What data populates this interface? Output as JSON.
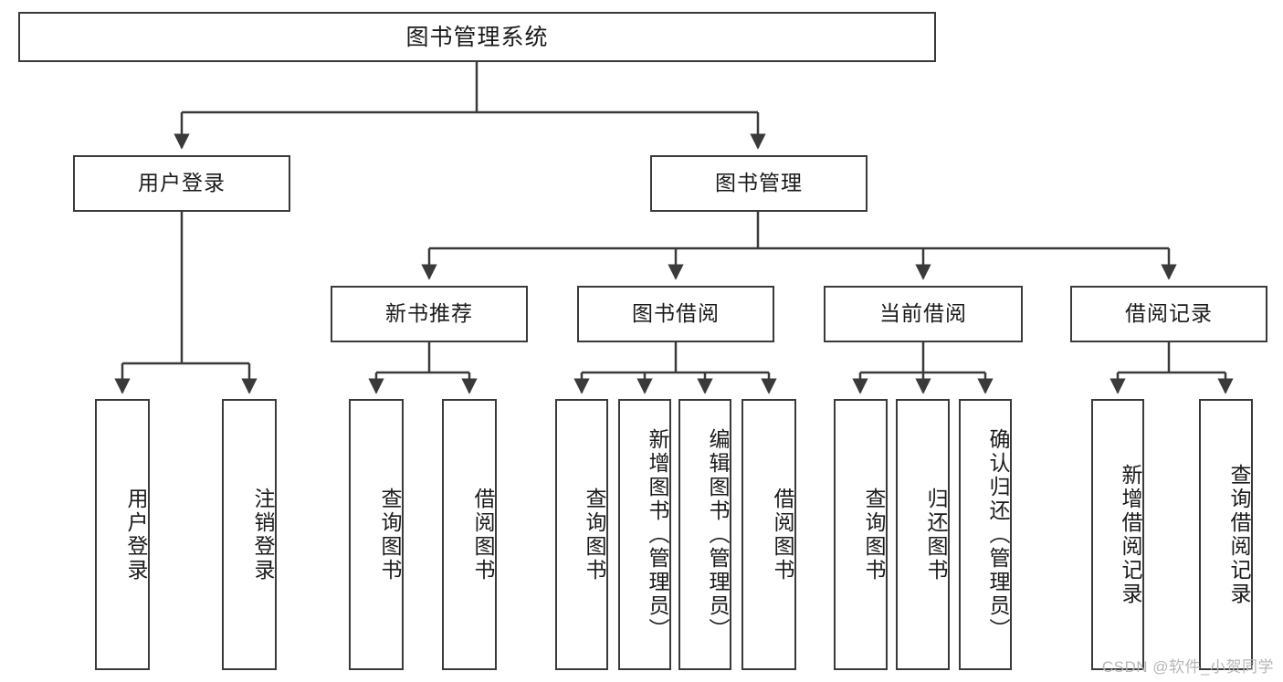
{
  "diagram": {
    "title": "图书管理系统",
    "watermark": "CSDN @软件_小贺同学",
    "colors": {
      "box_border": "#3a3a3a",
      "box_fill": "#ffffff",
      "edge": "#3a3a3a",
      "text": "#1a1a1a",
      "watermark": "#b6b6b6"
    },
    "levels": {
      "root": {
        "label": "图书管理系统"
      },
      "level2": [
        {
          "label": "用户登录"
        },
        {
          "label": "图书管理"
        }
      ],
      "level3": [
        {
          "label": "新书推荐"
        },
        {
          "label": "图书借阅"
        },
        {
          "label": "当前借阅"
        },
        {
          "label": "借阅记录"
        }
      ],
      "leaves": {
        "user_login": [
          {
            "label": "用户登录"
          },
          {
            "label": "注销登录"
          }
        ],
        "new_book_recommend": [
          {
            "label": "查询图书"
          },
          {
            "label": "借阅图书"
          }
        ],
        "book_borrow": [
          {
            "label": "查询图书"
          },
          {
            "label": "新增图书（管理员）"
          },
          {
            "label": "编辑图书（管理员）"
          },
          {
            "label": "借阅图书"
          }
        ],
        "current_borrow": [
          {
            "label": "查询图书"
          },
          {
            "label": "归还图书"
          },
          {
            "label": "确认归还（管理员）"
          }
        ],
        "borrow_record": [
          {
            "label": "新增借阅记录"
          },
          {
            "label": "查询借阅记录"
          }
        ]
      }
    }
  }
}
